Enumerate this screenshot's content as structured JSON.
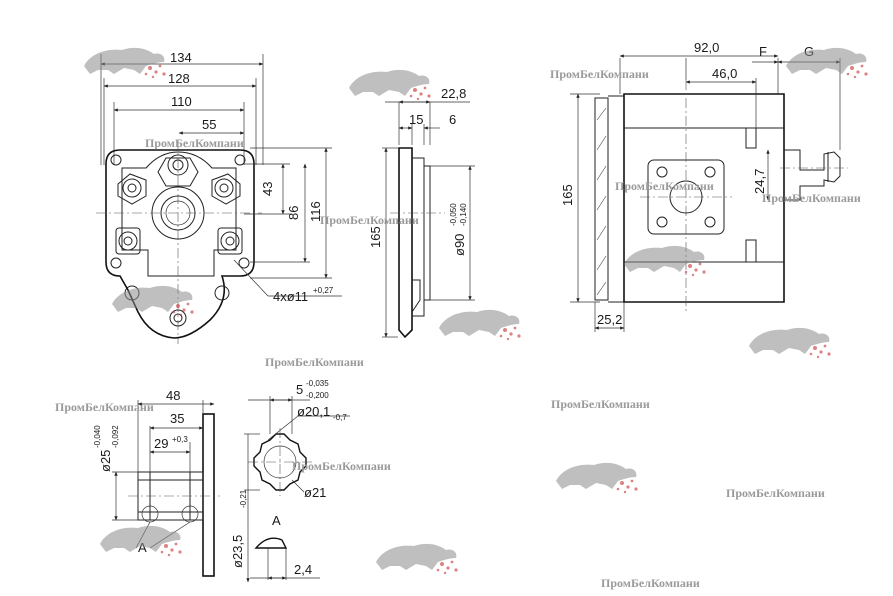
{
  "watermark": {
    "text": "ПромБелКомпани",
    "logo_icon": "leopard-logo-icon"
  },
  "front_view": {
    "dims": {
      "w134": "134",
      "w128": "128",
      "w110": "110",
      "w55": "55",
      "h43": "43",
      "h86": "86",
      "h116": "116",
      "holes": "4xø11",
      "holes_tol": "+0,27"
    }
  },
  "side_view": {
    "dims": {
      "d22_8": "22,8",
      "d15": "15",
      "d6": "6",
      "h165": "165",
      "dia90": "ø90",
      "dia90_tol_up": "-0,050",
      "dia90_tol_lo": "-0,140"
    }
  },
  "right_view": {
    "dims": {
      "d92": "92,0",
      "dF": "F",
      "dG": "G",
      "d46": "46,0",
      "h165": "165",
      "d24_7": "24,7",
      "d25_2": "25,2"
    }
  },
  "shaft_view": {
    "dims": {
      "d48": "48",
      "d35": "35",
      "d29": "29",
      "d29_tol": "+0,3",
      "dia25": "ø25",
      "dia25_tol_up": "-0,040",
      "dia25_tol_lo": "-0,092",
      "label_a": "A"
    }
  },
  "spline_view": {
    "dims": {
      "d5": "5",
      "d5_tol_up": "-0,035",
      "d5_tol_lo": "-0,200",
      "dia20": "ø20,1",
      "dia20_tol": "-0,7",
      "dia21": "ø21",
      "dia23": "ø23,5",
      "dia23_tol": "-0,21",
      "label_a": "A",
      "d2_4": "2,4"
    }
  }
}
